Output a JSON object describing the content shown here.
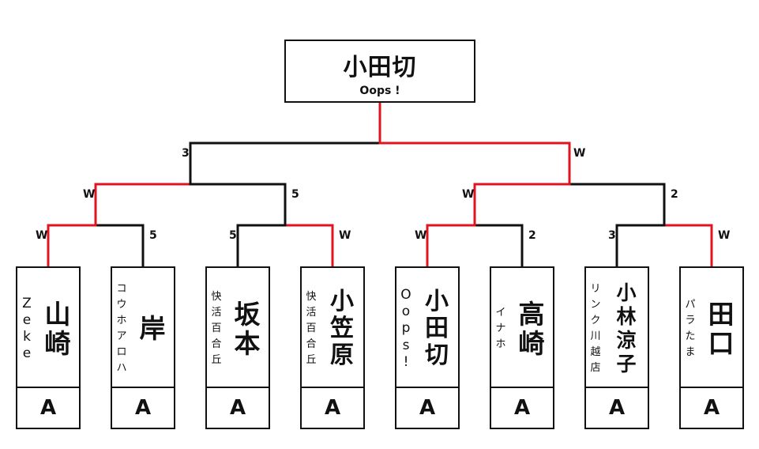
{
  "champion": {
    "name": "小田切",
    "team": "Oops !"
  },
  "players": [
    {
      "name": "山崎",
      "team": "Zeke",
      "grade": "A"
    },
    {
      "name": "岸",
      "team": "コウホアロハ",
      "grade": "A"
    },
    {
      "name": "坂本",
      "team": "快活百合丘",
      "grade": "A"
    },
    {
      "name": "小笠原",
      "team": "快活百合丘",
      "grade": "A"
    },
    {
      "name": "小田切",
      "team": "Oops!",
      "grade": "A"
    },
    {
      "name": "高崎",
      "team": "イナホ",
      "grade": "A"
    },
    {
      "name": "小林涼子",
      "team": "リンク川越店",
      "grade": "A"
    },
    {
      "name": "田口",
      "team": "パラたま",
      "grade": "A"
    }
  ],
  "results": {
    "round1": [
      {
        "left": "W",
        "right": "5"
      },
      {
        "left": "5",
        "right": "W"
      },
      {
        "left": "W",
        "right": "2"
      },
      {
        "left": "3",
        "right": "W"
      }
    ],
    "round2": [
      {
        "left": "W",
        "right": "5"
      },
      {
        "left": "W",
        "right": "2"
      }
    ],
    "final": {
      "left": "3",
      "right": "W"
    }
  },
  "colors": {
    "win_line": "#e0141e",
    "line": "#111111"
  }
}
